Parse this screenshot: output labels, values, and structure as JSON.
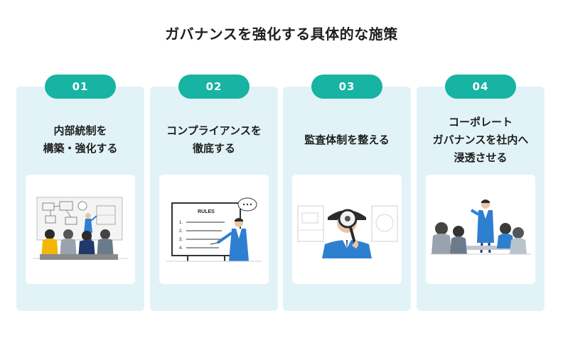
{
  "title": "ガバナンスを強化する具体的な施策",
  "cards": [
    {
      "number": "01",
      "title": "内部統制を\n構築・強化する",
      "illustration": "presentation-to-audience-icon"
    },
    {
      "number": "02",
      "title": "コンプライアンスを\n徹底する",
      "illustration": "rules-board-icon",
      "board_label": "RULES",
      "rule_items": [
        "1.",
        "2.",
        "3.",
        "4."
      ]
    },
    {
      "number": "03",
      "title": "監査体制を整える",
      "illustration": "magnifier-inspector-icon"
    },
    {
      "number": "04",
      "title": "コーポレート\nガバナンスを社内へ\n浸透させる",
      "illustration": "meeting-speaker-icon"
    }
  ],
  "colors": {
    "accent": "#17b3a3",
    "card_bg": "#e2f3f7",
    "navy": "#1f3a6b",
    "blue": "#2f7fd1"
  }
}
